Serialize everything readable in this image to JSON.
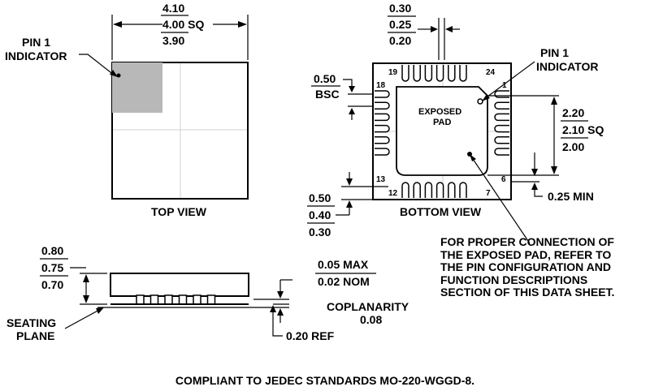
{
  "top_view": {
    "width_max": "4.10",
    "width_nom": "4.00 SQ",
    "width_min": "3.90",
    "pin1_label_line1": "PIN 1",
    "pin1_label_line2": "INDICATOR",
    "caption": "TOP VIEW"
  },
  "bottom_view": {
    "pad_width_max": "0.30",
    "pad_width_nom": "0.25",
    "pad_width_min": "0.20",
    "pitch_value": "0.50",
    "pitch_unit": "BSC",
    "pin1_label_line1": "PIN 1",
    "pin1_label_line2": "INDICATOR",
    "exposed_pad_line1": "EXPOSED",
    "exposed_pad_line2": "PAD",
    "pad_size_max": "2.20",
    "pad_size_nom": "2.10 SQ",
    "pad_size_min": "2.00",
    "pad_clearance": "0.25 MIN",
    "lead_length_max": "0.50",
    "lead_length_nom": "0.40",
    "lead_length_min": "0.30",
    "pin_numbers": {
      "p1": "1",
      "p6": "6",
      "p7": "7",
      "p12": "12",
      "p13": "13",
      "p18": "18",
      "p19": "19",
      "p24": "24"
    },
    "caption": "BOTTOM VIEW",
    "note_lines": [
      "FOR PROPER CONNECTION OF",
      "THE EXPOSED PAD, REFER TO",
      "THE PIN CONFIGURATION AND",
      "FUNCTION DESCRIPTIONS",
      "SECTION OF THIS DATA SHEET."
    ]
  },
  "side_view": {
    "height_max": "0.80",
    "height_nom": "0.75",
    "height_min": "0.70",
    "standoff_max": "0.05 MAX",
    "standoff_nom": "0.02 NOM",
    "coplanarity_label": "COPLANARITY",
    "coplanarity_value": "0.08",
    "ref_thickness": "0.20 REF",
    "seating_plane_line1": "SEATING",
    "seating_plane_line2": "PLANE"
  },
  "footer": {
    "compliance_note": "COMPLIANT TO JEDEC STANDARDS MO-220-WGGD-8."
  }
}
